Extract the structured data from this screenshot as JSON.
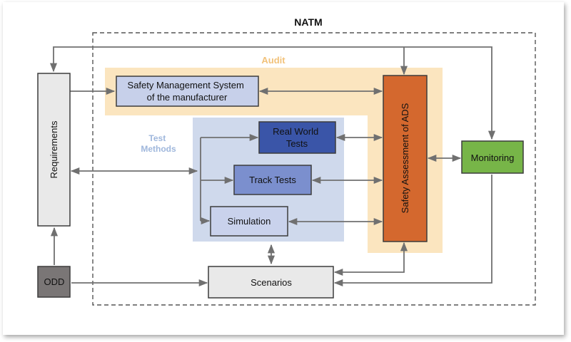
{
  "title": "NATM",
  "audit_label": "Audit",
  "test_methods_label": [
    "Test",
    "Methods"
  ],
  "boxes": {
    "requirements": "Requirements",
    "sms": [
      "Safety Management System",
      "of the manufacturer"
    ],
    "real_world": [
      "Real World",
      "Tests"
    ],
    "track": "Track Tests",
    "simulation": "Simulation",
    "safety_assessment": "Safety Assessment of ADS",
    "monitoring": "Monitoring",
    "odd": "ODD",
    "scenarios": "Scenarios"
  },
  "colors": {
    "audit_band": "#fbe5bf",
    "audit_text": "#f2c27a",
    "test_area": "#cfd9ec",
    "test_text": "#9fb7dc",
    "real_world": "#3a55a8",
    "track": "#7b8fce",
    "simulation": "#c9d2ec",
    "safety": "#d4682e",
    "monitoring": "#77b548",
    "odd": "#7a7676",
    "light_box": "#e9e9e9",
    "sms_box": "#c7d0ea",
    "arrow": "#707070"
  }
}
